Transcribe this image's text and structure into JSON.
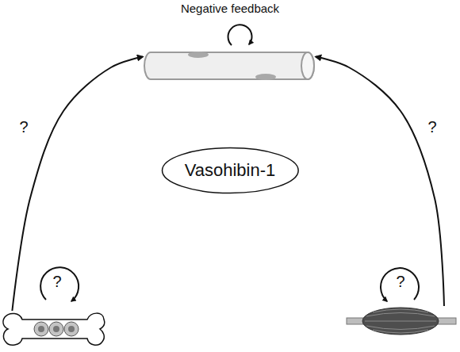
{
  "diagram": {
    "nodes": [
      {
        "text": [
          "Negative feedback"
        ]
      },
      {
        "text": [
          "Vasohibin-1"
        ]
      },
      {
        "text": [
          "?"
        ]
      },
      {
        "text": [
          "?"
        ]
      }
    ],
    "edges": [
      {
        "from": 2,
        "to": 0,
        "label": "?",
        "arrow": "to"
      },
      {
        "from": 3,
        "to": 0,
        "label": "?",
        "arrow": "to"
      }
    ]
  }
}
